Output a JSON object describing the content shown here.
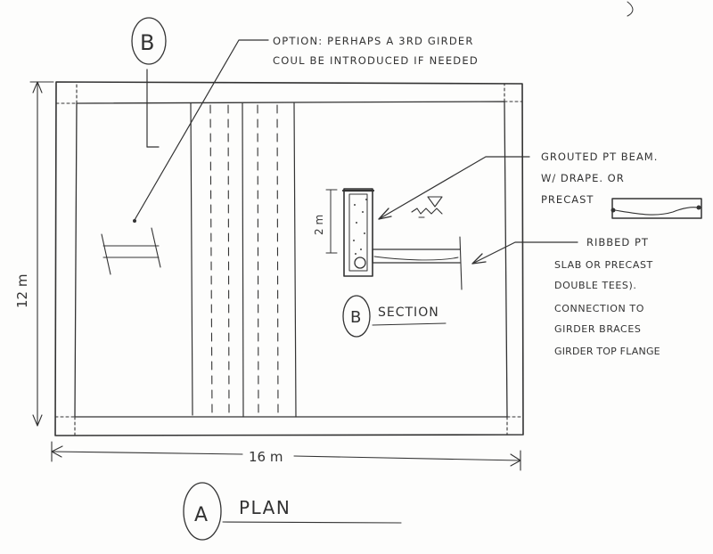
{
  "sheet": {
    "plan_label": "PLAN",
    "plan_mark": "A",
    "section_mark_top": "B",
    "section_label": "SECTION",
    "section_mark": "B",
    "dim_width": "16 m",
    "dim_height": "12 m",
    "dim_beam_depth": "2 m"
  },
  "notes": {
    "option_line1": "OPTION: PERHAPS A 3RD GIRDER",
    "option_line2": "COUL BE INTRODUCED IF NEEDED",
    "beam_line1": "GROUTED PT BEAM.",
    "beam_line2": "W/ DRAPE. OR",
    "beam_line3": "PRECAST",
    "slab_line1": "RIBBED PT",
    "slab_line2": "SLAB OR PRECAST",
    "slab_line3": "DOUBLE TEES).",
    "slab_line4": "CONNECTION TO",
    "slab_line5": "GIRDER BRACES",
    "slab_line6": "GIRDER TOP FLANGE"
  },
  "colors": {
    "ink": "#333333",
    "paper": "#fdfdfc"
  }
}
